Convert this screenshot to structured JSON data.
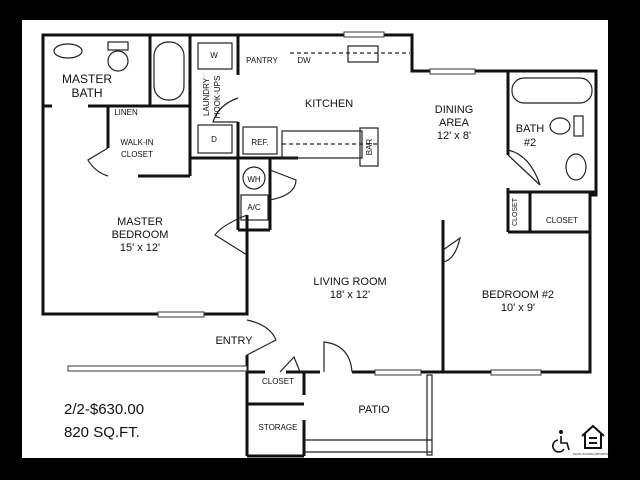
{
  "rooms": {
    "master_bath": [
      "MASTER",
      "BATH"
    ],
    "linen": "LINEN",
    "walk_in_closet": [
      "WALK-IN",
      "CLOSET"
    ],
    "washer": "W",
    "dryer": "D",
    "laundry": [
      "LAUNDRY",
      "HOOK-UPS"
    ],
    "pantry": "PANTRY",
    "dishwasher": "DW",
    "kitchen": "KITCHEN",
    "refrigerator": "REF.",
    "bar": "BAR",
    "water_heater": "WH",
    "ac": "A/C",
    "dining": [
      "DINING",
      "AREA",
      "12' x 8'"
    ],
    "bath2": [
      "BATH",
      "#2"
    ],
    "closet_vertical": "CLOSET",
    "closet_bed2": "CLOSET",
    "master_bedroom": [
      "MASTER",
      "BEDROOM",
      "15' x 12'"
    ],
    "living_room": [
      "LIVING ROOM",
      "18' x 12'"
    ],
    "bedroom2": [
      "BEDROOM #2",
      "10' x 9'"
    ],
    "entry": "ENTRY",
    "entry_closet": "CLOSET",
    "storage": "STORAGE",
    "patio": "PATIO"
  },
  "info": {
    "price": "2/2-$630.00",
    "area": "820 SQ.FT."
  },
  "logos": {
    "accessibility": "wheelchair-icon",
    "equal_housing": "EQUAL HOUSING OPPORTUNITY"
  }
}
